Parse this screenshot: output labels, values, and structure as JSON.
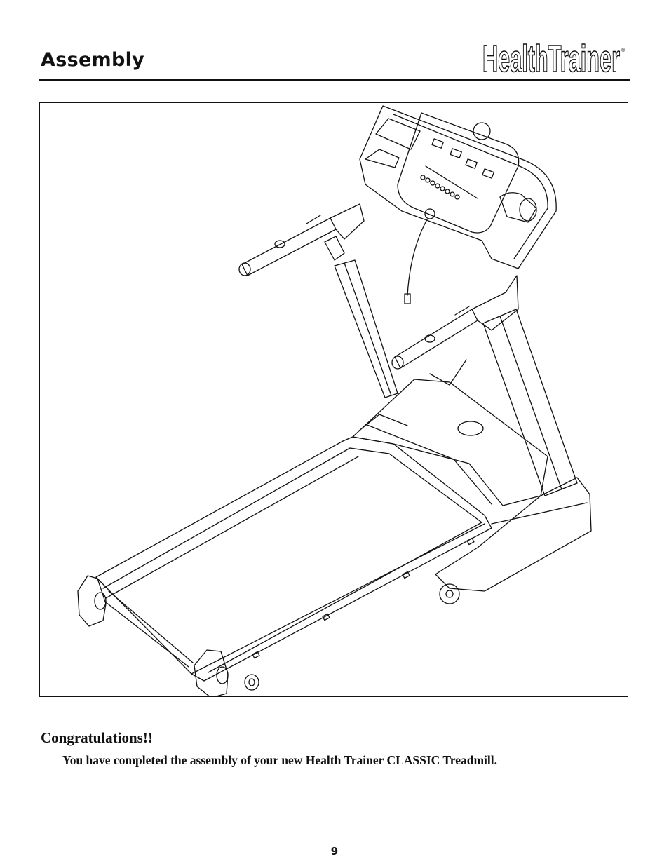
{
  "header": {
    "section_title": "Assembly",
    "logo_text": "HealthTrainer",
    "logo_mark": "®"
  },
  "figure": {
    "subject": "treadmill-line-drawing"
  },
  "body": {
    "heading": "Congratulations!!",
    "message": "You have completed the assembly of your new Health Trainer CLASSIC Treadmill."
  },
  "footer": {
    "page_number": "9"
  },
  "colors": {
    "ink": "#111111",
    "paper": "#ffffff"
  }
}
